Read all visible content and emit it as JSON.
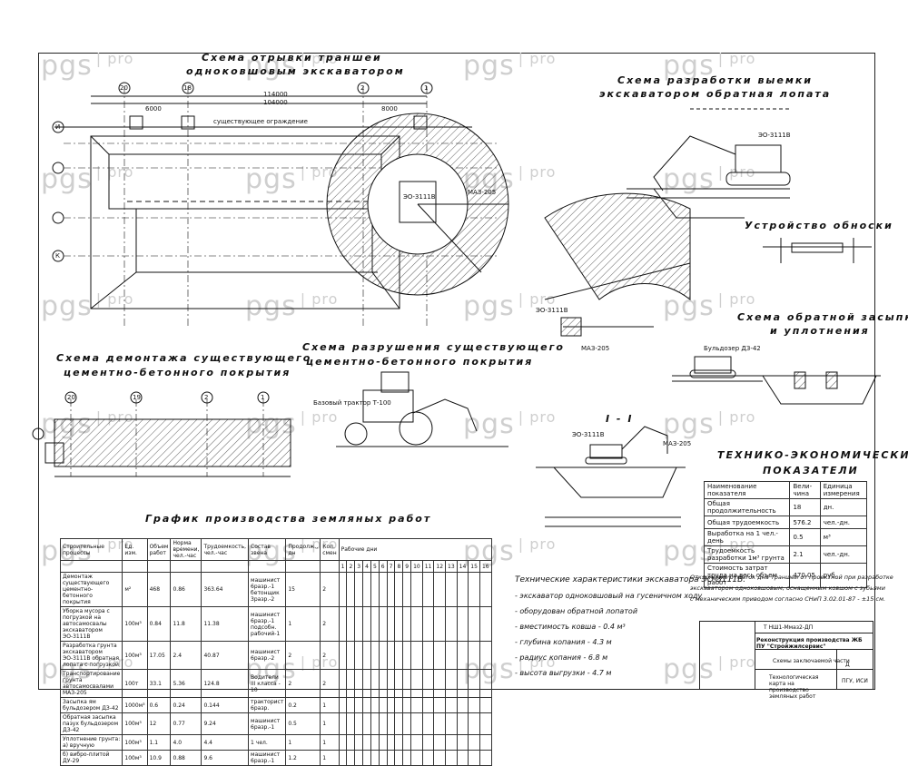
{
  "watermark": {
    "text": "pgs",
    "suffix": "pro"
  },
  "titles": {
    "trench_1": "Схема отрывки траншеи",
    "trench_2": "одноковшовым экскаватором",
    "pit_1": "Схема разработки выемки",
    "pit_2": "экскаватором обратная лопата",
    "obnoska": "Устройство обноски",
    "backfill_1": "Схема обратной засыпки",
    "backfill_2": "и уплотнения",
    "dismantle_1": "Схема демонтажа существующего",
    "dismantle_2": "цементно-бетонного покрытия",
    "destroy_1": "Схема разрушения существующего",
    "destroy_2": "цементно-бетонного покрытия",
    "section": "I - I",
    "schedule": "График производства земляных работ",
    "tep_1": "ТЕХНИКО-ЭКОНОМИЧЕСКИЕ",
    "tep_2": "ПОКАЗАТЕЛИ"
  },
  "axes": {
    "a20": "20",
    "a18": "18",
    "a2": "2",
    "a1": "1",
    "aI": "И",
    "aK": "К",
    "a19": "19"
  },
  "labels": {
    "excavator": "ЭО-3111В",
    "maz": "МАЗ-205",
    "existing_fence": "существующее ограждение",
    "bulldozer": "Бульдозер ДЗ-42",
    "tractor": "Базовый трактор Т-100",
    "dim_114000": "114000",
    "dim_104000": "104000",
    "d_6000": "6000",
    "d_8000": "8000"
  },
  "schedule_table": {
    "headers": [
      "Строительные процессы",
      "Ед. изм.",
      "Объем работ",
      "Норма времени, чел.-час",
      "Трудоемкость, чел.-час",
      "Состав звена",
      "Продолж., дн",
      "Кол. смен",
      "Рабочие дни"
    ],
    "days": [
      "1",
      "2",
      "3",
      "4",
      "5",
      "6",
      "7",
      "8",
      "9",
      "10",
      "11",
      "12",
      "13",
      "14",
      "15",
      "16"
    ],
    "rows": [
      {
        "proc": "Демонтаж существующего цементно-бетонного покрытия",
        "unit": "м²",
        "vol": "468",
        "norm": "0.86",
        "labor": "363.64",
        "crew": "машинист 6разр.-1 бетонщик 3разр.-2",
        "dur": "15",
        "sh": "2"
      },
      {
        "proc": "Уборка мусора с погрузкой на автосамосвалы экскаватором ЭО-3111В",
        "unit": "100м³",
        "vol": "0.84",
        "norm": "11.8",
        "labor": "11.38",
        "crew": "машинист 6разр.-1 подсобн. рабочий-1",
        "dur": "1",
        "sh": "2"
      },
      {
        "proc": "Разработка грунта экскаватором ЭО-3111В обратная лопата с погрузкой",
        "unit": "100м³",
        "vol": "17.05",
        "norm": "2.4",
        "labor": "40.87",
        "crew": "машинист 6разр.-2",
        "dur": "2",
        "sh": "2"
      },
      {
        "proc": "Транспортирование грунта автосамосвалами МАЗ-205",
        "unit": "100т",
        "vol": "33.1",
        "norm": "5.36",
        "labor": "124.8",
        "crew": "Водители III класса - 10",
        "dur": "2",
        "sh": "2"
      },
      {
        "proc": "Засыпка ям бульдозером ДЗ-42",
        "unit": "1000м³",
        "vol": "0.6",
        "norm": "0.24",
        "labor": "0.144",
        "crew": "тракторист 6разр.",
        "dur": "0.2",
        "sh": "1"
      },
      {
        "proc": "Обратная засыпка пазух бульдозером ДЗ-42",
        "unit": "100м³",
        "vol": "12",
        "norm": "0.77",
        "labor": "9.24",
        "crew": "машинист 6разр.-1",
        "dur": "0.5",
        "sh": "1"
      },
      {
        "proc": "Уплотнение грунта: а) вручную",
        "unit": "100м³",
        "vol": "1.1",
        "norm": "4.0",
        "labor": "4.4",
        "crew": "1 чел.",
        "dur": "1",
        "sh": "1"
      },
      {
        "proc": "б) вибро-плитой ДУ-29",
        "unit": "100м³",
        "vol": "10.9",
        "norm": "0.88",
        "labor": "9.6",
        "crew": "машинист 6разр.-1",
        "dur": "1.2",
        "sh": "1"
      }
    ]
  },
  "excavator_specs": {
    "title": "Технические характеристики экскаватора ЭО-3111В:",
    "items": [
      "- экскаватор одноковшовый на гусеничном ходу",
      "- оборудован обратной лопатой",
      "- вместимость ковша  -  0.4 м³",
      "- глубина копания  -  4.3 м",
      "- радиус копания  -  6.8 м",
      "- высота выгрузки  -  4.7 м"
    ]
  },
  "tep_table": {
    "headers": [
      "Наименование показателя",
      "Вели-чина",
      "Единица измерения"
    ],
    "rows": [
      {
        "name": "Общая продолжительность",
        "val": "18",
        "unit": "дн."
      },
      {
        "name": "Общая трудоемкость",
        "val": "576.2",
        "unit": "чел.-дн."
      },
      {
        "name": "Выработка на 1 чел.-день",
        "val": "0.5",
        "unit": "м³"
      },
      {
        "name": "Трудоемкость разработки 1м³ грунта",
        "val": "2.1",
        "unit": "чел.-дн."
      },
      {
        "name": "Стоимость затрат труда на весь объем работ",
        "val": "470.05",
        "unit": "руб."
      }
    ]
  },
  "note": {
    "l1": "Отклонение отметок дна траншеи от проектной при разработке",
    "l2": "экскаватором одноковшовым, оснащенным ковшом с зубьями",
    "l3": "с механическим приводом согласно СНиП 3.02.01-87 - ±15 см."
  },
  "stamp": {
    "code": "Т НШ1-Ммаз2-ДП",
    "object": "Реконструкция производства ЖБ ПУ \"Стройжилсервис\"",
    "sheet_title": "Схемы заключаемой части",
    "drawing": "Технологическая карта на производство земляных работ",
    "org": "ПГУ, ИСИ",
    "stage": "Д"
  }
}
